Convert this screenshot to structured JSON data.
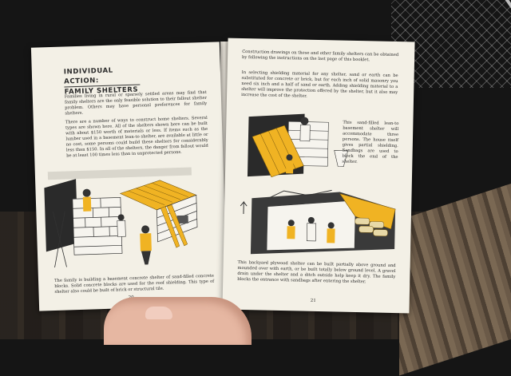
{
  "left_page": {
    "heading_line1": "INDIVIDUAL ACTION:",
    "heading_line2": "FAMILY SHELTERS",
    "intro": "Families living in rural or sparsely settled areas may find that family shelters are the only feasible solution to their fallout shelter problem. Others may have personal preferences for family shelters.",
    "body": "There are a number of ways to construct home shelters. Several types are shown here. All of the shelters shown here can be built with about $150 worth of materials or less. If items such as the lumber used in a basement lean-to shelter, are available at little or no cost, some persons could build these shelters for considerably less than $150. In all of the shelters, the danger from fallout would be at least 100 times less than in unprotected persons.",
    "caption": "The family is building a basement concrete shelter of sand-filled concrete blocks. Solid concrete blocks are used for the roof shielding. This type of shelter also could be built of brick or structural tile.",
    "page_number": "20"
  },
  "right_page": {
    "intro": "Construction drawings on these and other family shelters can be obtained by following the instructions on the last page of this booklet.",
    "body": "In selecting shielding material for any shelter, sand or earth can be substituted for concrete or brick, but for each inch of solid masonry you need six inch and a half of sand or earth. Adding shielding material to a shelter will improve the protection offered by the shelter, but it also may increase the cost of the shelter.",
    "illus1_caption": "This sand-filled lean-to basement shelter will accommodate three persons. The house itself gives partial shielding. Sandbags are used to block the end of the shelter.",
    "caption": "This backyard plywood shelter can be built partially above ground and mounded over with earth, or be built totally below ground level. A gravel drain under the shelter and a ditch outside help keep it dry. The family blocks the entrance with sandbags after entering the shelter.",
    "page_number": "21"
  },
  "colors": {
    "page": "#f3f0e6",
    "ink": "#2b2b2b",
    "accent_yellow": "#f0b323"
  }
}
